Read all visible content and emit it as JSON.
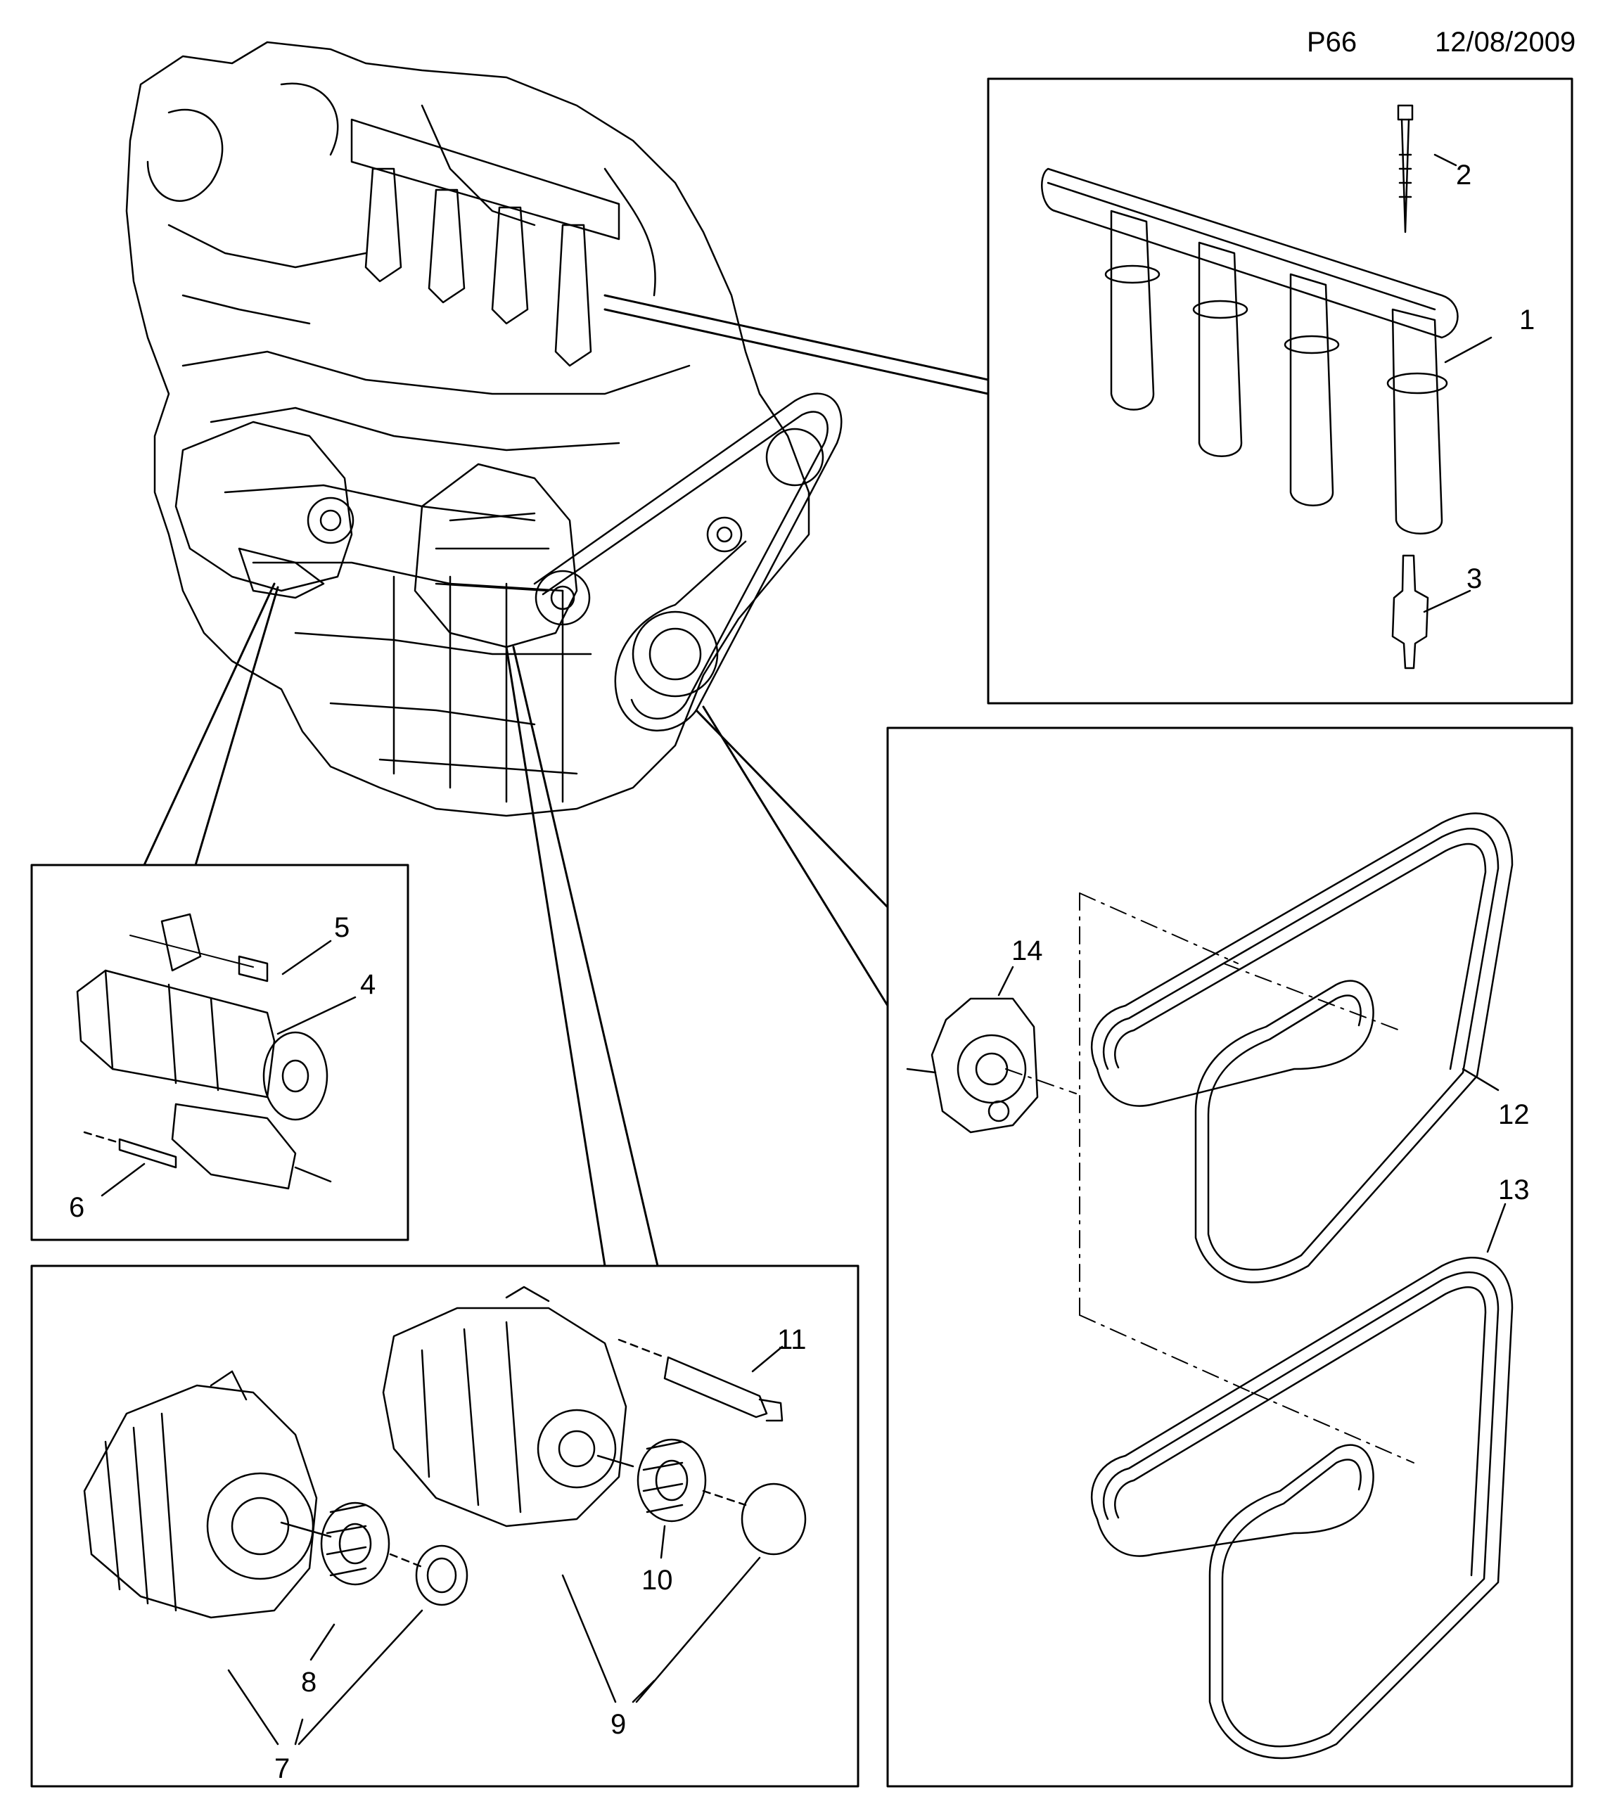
{
  "header": {
    "page_code": "P66",
    "date": "12/08/2009"
  },
  "callouts": {
    "c1": "1",
    "c2": "2",
    "c3": "3",
    "c4": "4",
    "c5": "5",
    "c6": "6",
    "c7": "7",
    "c8": "8",
    "c9": "9",
    "c10": "10",
    "c11": "11",
    "c12": "12",
    "c13": "13",
    "c14": "14"
  },
  "colors": {
    "line": "#000000",
    "background": "#ffffff"
  }
}
